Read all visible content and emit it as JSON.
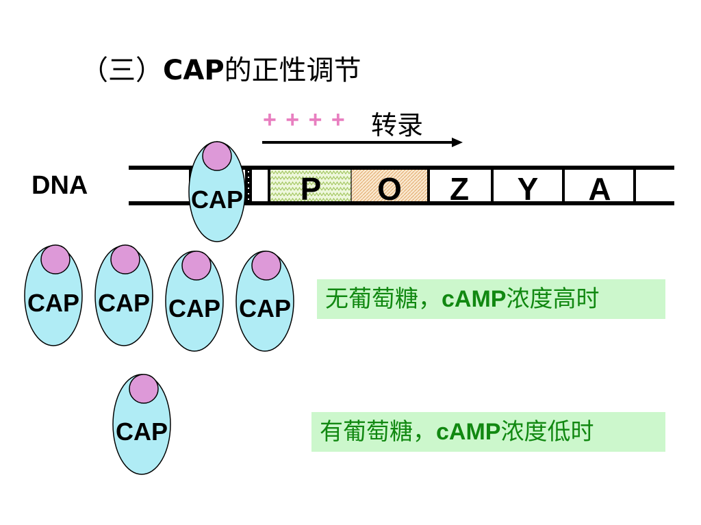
{
  "title": {
    "prefix": "（三）",
    "bold": "CAP",
    "suffix": "的正性调节"
  },
  "transcription": {
    "signs": "+ + + +",
    "label": "转录",
    "arrow_direction": "right"
  },
  "dna": {
    "label": "DNA",
    "genes": [
      {
        "label": "P",
        "fill": "green-pattern"
      },
      {
        "label": "O",
        "fill": "orange-pattern"
      },
      {
        "label": "Z",
        "fill": "none"
      },
      {
        "label": "Y",
        "fill": "none"
      },
      {
        "label": "A",
        "fill": "none"
      }
    ]
  },
  "cap_proteins": {
    "label": "CAP",
    "bound_to_dna": 1,
    "free_high_camp": 4,
    "free_low_camp": 1
  },
  "notes": {
    "high": {
      "pre": "无葡萄糖，",
      "bold": "cAMP",
      "post": "浓度高时"
    },
    "low": {
      "pre": "有葡萄糖，",
      "bold": "cAMP",
      "post": "浓度低时"
    }
  },
  "colors": {
    "cap_body": "#b0ecf5",
    "camp_ball": "#dd99d8",
    "plus": "#e87fc0",
    "note_bg": "#ccf7cc",
    "note_text": "#118811"
  }
}
